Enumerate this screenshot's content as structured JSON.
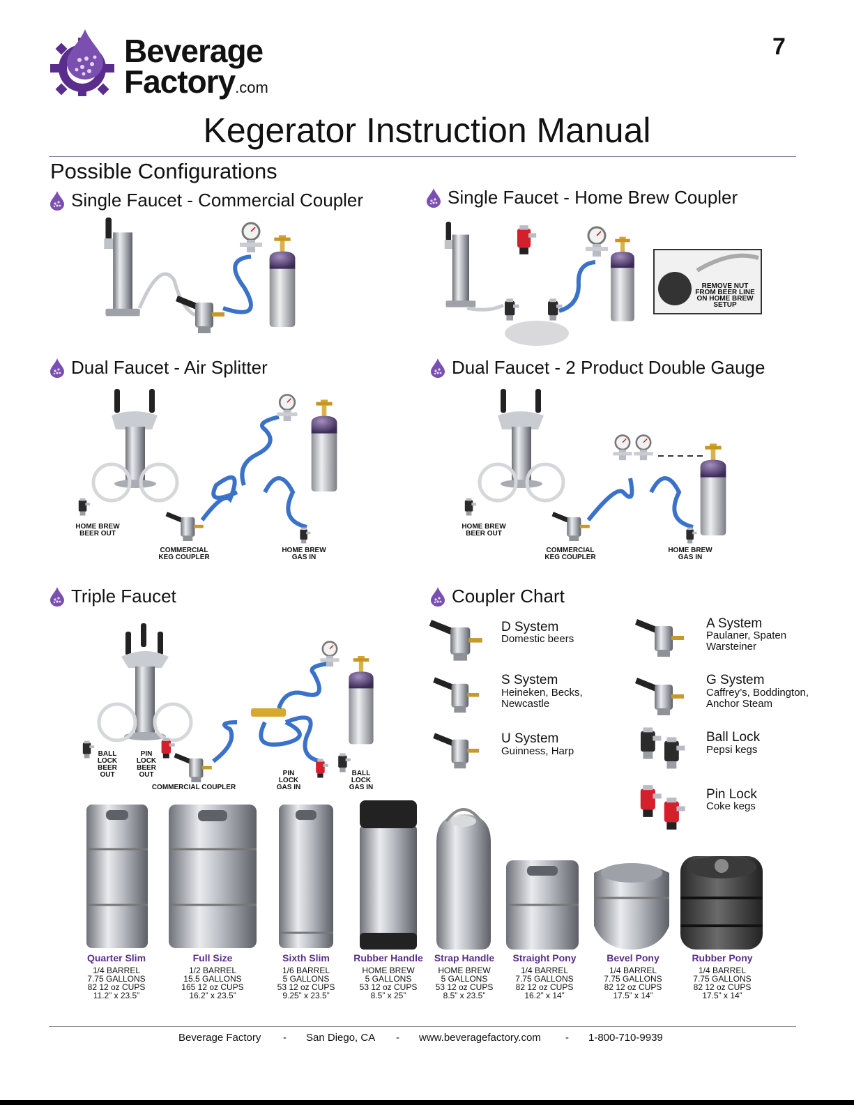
{
  "header": {
    "brand_line1": "Beverage",
    "brand_line2": "Factory",
    "brand_suffix": ".com",
    "page_number": "7",
    "title": "Kegerator Instruction Manual"
  },
  "section_title": "Possible Configurations",
  "configs": {
    "single_commercial": {
      "title": "Single Faucet - Commercial Coupler"
    },
    "single_homebrew": {
      "title": "Single Faucet - Home Brew Coupler",
      "note": [
        "REMOVE NUT",
        "FROM BEER LINE",
        "ON HOME BREW",
        "SETUP"
      ]
    },
    "dual_splitter": {
      "title": "Dual Faucet - Air Splitter",
      "labels": {
        "beer_out": [
          "HOME BREW",
          "BEER OUT"
        ],
        "keg_coupler": [
          "COMMERCIAL",
          "KEG COUPLER"
        ],
        "gas_in": [
          "HOME BREW",
          "GAS IN"
        ]
      }
    },
    "dual_gauge": {
      "title": "Dual Faucet - 2 Product Double Gauge",
      "labels": {
        "beer_out": [
          "HOME BREW",
          "BEER OUT"
        ],
        "keg_coupler": [
          "COMMERCIAL",
          "KEG COUPLER"
        ],
        "gas_in": [
          "HOME BREW",
          "GAS IN"
        ]
      }
    },
    "triple": {
      "title": "Triple Faucet",
      "labels": {
        "ball_beer": [
          "BALL",
          "LOCK",
          "BEER",
          "OUT"
        ],
        "pin_beer": [
          "PIN",
          "LOCK",
          "BEER",
          "OUT"
        ],
        "commercial": "COMMERCIAL COUPLER",
        "pin_gas": [
          "PIN",
          "LOCK",
          "GAS IN"
        ],
        "ball_gas": [
          "BALL",
          "LOCK",
          "GAS IN"
        ]
      }
    }
  },
  "coupler_chart": {
    "title": "Coupler Chart",
    "items": [
      {
        "name": "D System",
        "desc": "Domestic beers"
      },
      {
        "name": "S System",
        "desc": "Heineken, Becks, Newcastle"
      },
      {
        "name": "U System",
        "desc": "Guinness, Harp"
      },
      {
        "name": "A System",
        "desc": "Paulaner, Spaten Warsteiner"
      },
      {
        "name": "G System",
        "desc": "Caffrey’s, Boddington, Anchor Steam"
      },
      {
        "name": "Ball Lock",
        "desc": "Pepsi kegs"
      },
      {
        "name": "Pin Lock",
        "desc": "Coke kegs"
      }
    ]
  },
  "kegs": [
    {
      "name": "Quarter Slim",
      "spec": [
        "1/4 BARREL",
        "7.75 GALLONS",
        "82 12 oz CUPS",
        "11.2” x 23.5”"
      ]
    },
    {
      "name": "Full Size",
      "spec": [
        "1/2 BARREL",
        "15.5 GALLONS",
        "165 12 oz CUPS",
        "16.2” x 23.5”"
      ]
    },
    {
      "name": "Sixth Slim",
      "spec": [
        "1/6 BARREL",
        "5 GALLONS",
        "53 12 oz CUPS",
        "9.25” x 23.5”"
      ]
    },
    {
      "name": "Rubber Handle",
      "spec": [
        "HOME BREW",
        "5 GALLONS",
        "53 12 oz CUPS",
        "8.5” x 25”"
      ]
    },
    {
      "name": "Strap Handle",
      "spec": [
        "HOME BREW",
        "5 GALLONS",
        "53 12 oz CUPS",
        "8.5” x 23.5”"
      ]
    },
    {
      "name": "Straight Pony",
      "spec": [
        "1/4 BARREL",
        "7.75 GALLONS",
        "82 12 oz CUPS",
        "16.2” x 14”"
      ]
    },
    {
      "name": "Bevel Pony",
      "spec": [
        "1/4 BARREL",
        "7.75 GALLONS",
        "82 12 oz CUPS",
        "17.5” x 14”"
      ]
    },
    {
      "name": "Rubber Pony",
      "spec": [
        "1/4 BARREL",
        "7.75 GALLONS",
        "82 12 oz CUPS",
        "17.5” x 14”"
      ]
    }
  ],
  "footer": {
    "company": "Beverage Factory",
    "sep": "-",
    "city": "San Diego, CA",
    "url": "www.beveragefactory.com",
    "phone": "1-800-710-9939"
  },
  "colors": {
    "brand_purple": "#5a2d8c",
    "drop_purple": "#7a4fb0",
    "hose_blue": "#3a72c9",
    "metal": "#c9ccd1"
  }
}
